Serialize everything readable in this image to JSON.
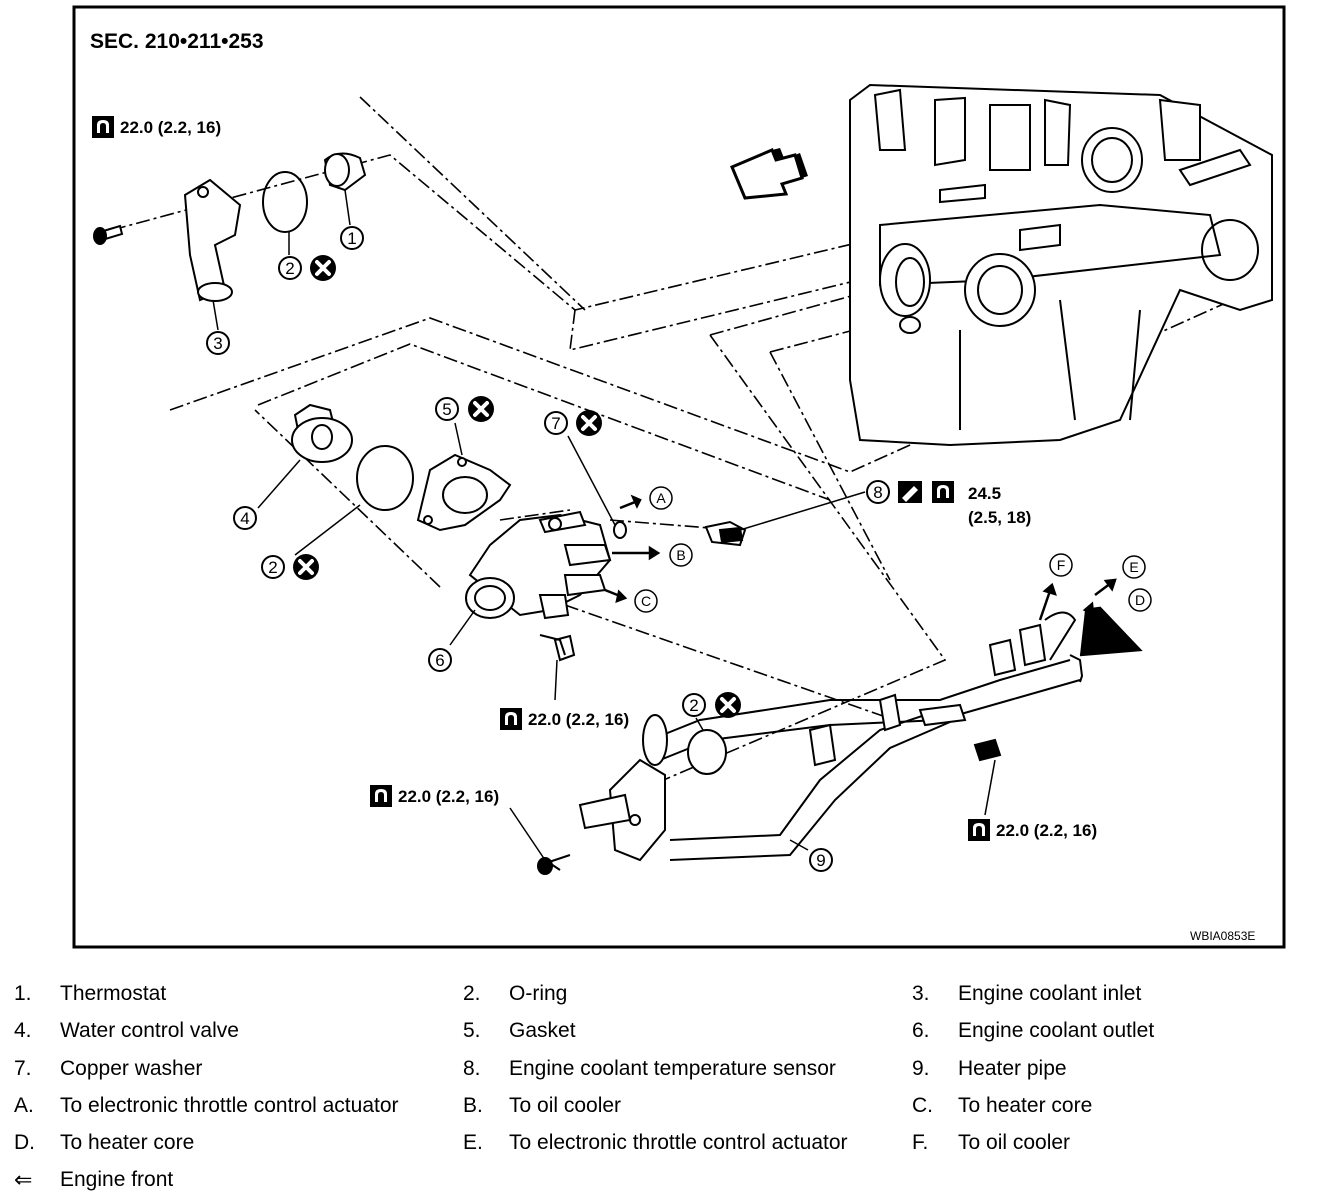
{
  "diagram": {
    "section": "SEC. 210•211•253",
    "figure_id": "WBIA0853E",
    "torque_22": "22.0 (2.2, 16)",
    "torque_24_line1": "24.5",
    "torque_24_line2": "(2.5, 18)",
    "callouts": [
      "1",
      "2",
      "3",
      "4",
      "5",
      "6",
      "7",
      "8",
      "9"
    ],
    "letters": [
      "A",
      "B",
      "C",
      "D",
      "E",
      "F"
    ],
    "icons": [
      "torque-wrench-icon",
      "do-not-reuse-icon",
      "sealant-icon",
      "engine-front-arrow-icon"
    ]
  },
  "legend": {
    "rows": [
      [
        {
          "key": "1.",
          "text": "Thermostat"
        },
        {
          "key": "2.",
          "text": "O-ring"
        },
        {
          "key": "3.",
          "text": "Engine coolant inlet"
        }
      ],
      [
        {
          "key": "4.",
          "text": "Water control valve"
        },
        {
          "key": "5.",
          "text": "Gasket"
        },
        {
          "key": "6.",
          "text": "Engine coolant outlet"
        }
      ],
      [
        {
          "key": "7.",
          "text": "Copper washer"
        },
        {
          "key": "8.",
          "text": "Engine coolant temperature sensor"
        },
        {
          "key": "9.",
          "text": "Heater pipe"
        }
      ],
      [
        {
          "key": "A.",
          "text": "To electronic throttle control actuator"
        },
        {
          "key": "B.",
          "text": "To oil cooler"
        },
        {
          "key": "C.",
          "text": "To heater core"
        }
      ],
      [
        {
          "key": "D.",
          "text": "To heater core"
        },
        {
          "key": "E.",
          "text": "To electronic throttle control actuator"
        },
        {
          "key": "F.",
          "text": "To oil cooler"
        }
      ]
    ],
    "front_key": "⇐",
    "front_text": "Engine front"
  }
}
